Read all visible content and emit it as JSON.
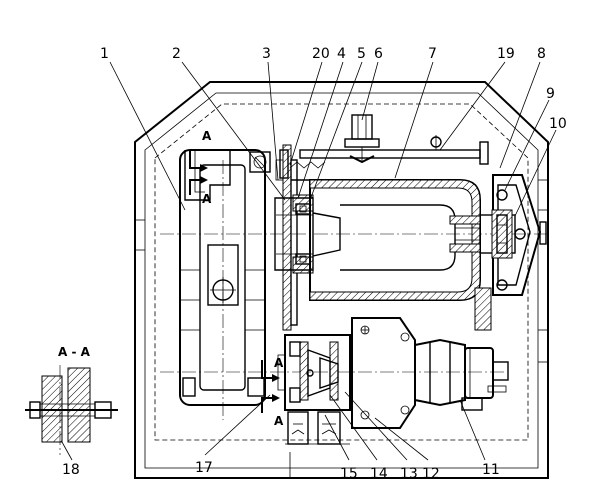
{
  "section_title": "A - A",
  "section_mark": "A",
  "callouts": [
    {
      "id": "1",
      "text": "1"
    },
    {
      "id": "2",
      "text": "2"
    },
    {
      "id": "3",
      "text": "3"
    },
    {
      "id": "20",
      "text": "20"
    },
    {
      "id": "4",
      "text": "4"
    },
    {
      "id": "5",
      "text": "5"
    },
    {
      "id": "6",
      "text": "6"
    },
    {
      "id": "7",
      "text": "7"
    },
    {
      "id": "19",
      "text": "19"
    },
    {
      "id": "8",
      "text": "8"
    },
    {
      "id": "9",
      "text": "9"
    },
    {
      "id": "10",
      "text": "10"
    },
    {
      "id": "11",
      "text": "11"
    },
    {
      "id": "12",
      "text": "12"
    },
    {
      "id": "13",
      "text": "13"
    },
    {
      "id": "14",
      "text": "14"
    },
    {
      "id": "15",
      "text": "15"
    },
    {
      "id": "17",
      "text": "17"
    },
    {
      "id": "18",
      "text": "18"
    }
  ]
}
